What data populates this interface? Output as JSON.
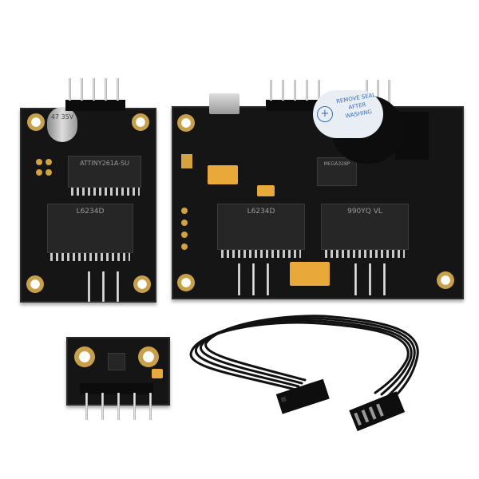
{
  "labels": {
    "buzzer_seal": "REMOVE SEAL AFTER WASHING",
    "left_mcu": "ATTINY261A-SU",
    "driver_chip": "L6234D",
    "right_mcu": "MEGA328P",
    "driver_code": "990YQ VL",
    "left_cap": "47 35V"
  },
  "colors": {
    "pcb": "#151515",
    "gold": "#c9a04a",
    "tantalum": "#e9a83a",
    "cable": "#111111"
  }
}
